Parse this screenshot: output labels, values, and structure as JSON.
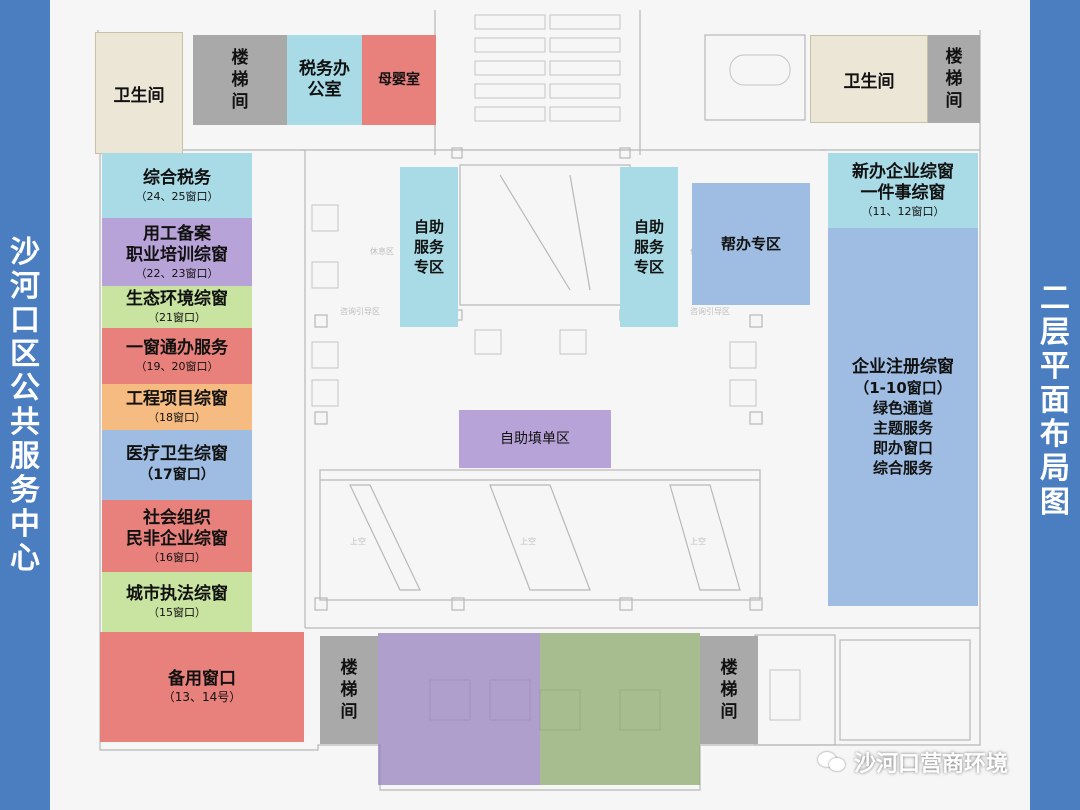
{
  "left_title": [
    "沙",
    "河",
    "口",
    "区",
    "公",
    "共",
    "服",
    "务",
    "中",
    "心"
  ],
  "right_title": [
    "二",
    "层",
    "平",
    "面",
    "布",
    "局",
    "图"
  ],
  "colors": {
    "band": "#4a7ec1",
    "cyan": "#a9dbe6",
    "purple": "#b8a3d8",
    "green": "#c9e3a1",
    "red": "#e8807c",
    "orange": "#f5bb80",
    "blue": "#9fbde2",
    "gray": "#a9a9a9"
  },
  "rooms": {
    "wc_left": "卫生间",
    "wc_right": "卫生间",
    "stairs_top_left": "楼梯间",
    "stairs_top_right": "楼梯间",
    "stairs_bottom_left": "楼梯间",
    "stairs_bottom_right": "楼梯间",
    "tax_office": "税务办公室",
    "nursing_room": "母婴室"
  },
  "left_windows": [
    {
      "title": "综合税务",
      "sub": "（24、25窗口）"
    },
    {
      "title": "用工备案\n职业培训综窗",
      "sub": "（22、23窗口）"
    },
    {
      "title": "生态环境综窗",
      "sub": "（21窗口）"
    },
    {
      "title": "一窗通办服务",
      "sub": "（19、20窗口）"
    },
    {
      "title": "工程项目综窗",
      "sub": "（18窗口）"
    },
    {
      "title": "医疗卫生综窗",
      "sub": "（17窗口）"
    },
    {
      "title": "社会组织\n民非企业综窗",
      "sub": "（16窗口）"
    },
    {
      "title": "城市执法综窗",
      "sub": "（15窗口）"
    },
    {
      "title": "备用窗口",
      "sub": "（13、14号）"
    }
  ],
  "self_service_left": "自助服务专区",
  "self_service_right": "自助服务专区",
  "help_zone": "帮办专区",
  "form_fill_zone": "自助填单区",
  "new_business": {
    "title": "新办企业综窗\n一件事综窗",
    "sub": "（11、12窗口）"
  },
  "registration": {
    "title": "企业注册综窗",
    "sub": "（1-10窗口）",
    "items": [
      "绿色通道",
      "主题服务",
      "即办窗口",
      "综合服务"
    ]
  },
  "watermark": "沙河口营商环境"
}
